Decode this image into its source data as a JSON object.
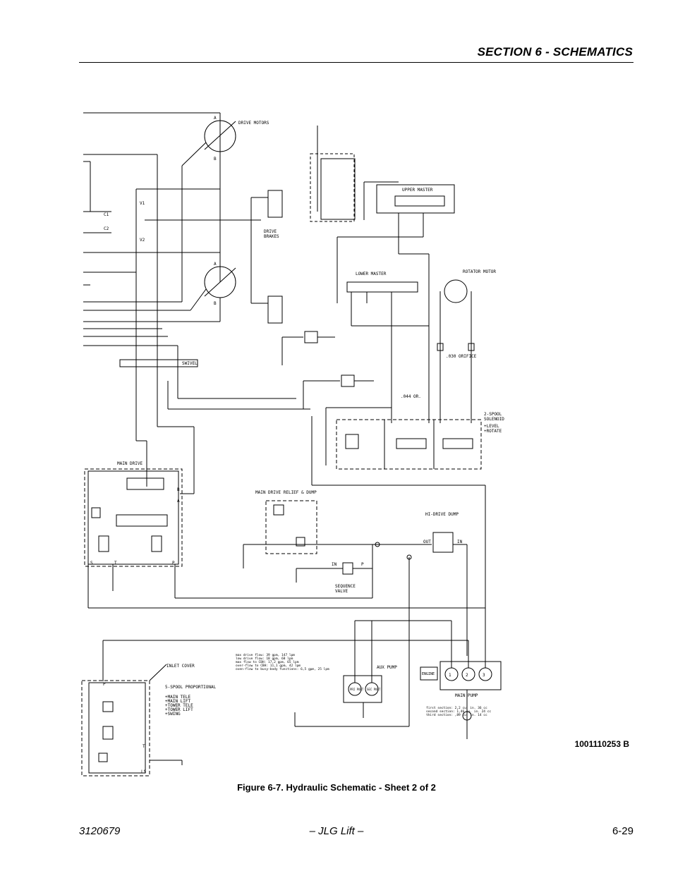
{
  "header": {
    "section_title": "SECTION 6 - SCHEMATICS"
  },
  "schematic": {
    "labels": {
      "drive_motors": "DRIVE MOTORS",
      "drive_brakes_1": "DRIVE",
      "drive_brakes_2": "BRAKES",
      "upper_master": "UPPER MASTER",
      "lower_master": "LOWER MASTER",
      "rotator_motor": "ROTATOR MOTOR",
      "swivel": "SWIVEL",
      "orifice_030": ".030 ORIFICE",
      "orifice_044": ".044 OR.",
      "two_spool_1": "2-SPOOL",
      "two_spool_2": "SOLENOID",
      "two_spool_3": "+LEVEL",
      "two_spool_4": "+ROTATE",
      "main_drive": "MAIN DRIVE",
      "relief_dump": "MAIN DRIVE RELIEF & DUMP",
      "hi_drive_dump": "HI-DRIVE DUMP",
      "sequence_1": "SEQUENCE",
      "sequence_2": "VALVE",
      "inlet_cover": "INLET COVER",
      "five_spool": "5-SPOOL PROPORTIONAL",
      "sp1": "+MAIN TELE",
      "sp2": "+MAIN LIFT",
      "sp3": "+TOWER TELE",
      "sp4": "+TOWER LIFT",
      "sp5": "+SWING",
      "aux_pump": "AUX PUMP",
      "main_pump": "MAIN PUMP",
      "engine": "ENGINE",
      "aux_port_1": "PRI PORT",
      "aux_port_2": "SEC PORT",
      "port_out": "OUT",
      "port_in": "IN",
      "port_a": "A",
      "port_b": "B",
      "port_p": "P",
      "port_t": "T",
      "port_s": "S",
      "port_ls": "LS",
      "port_v1": "V1",
      "port_v2": "V2",
      "port_c1": "C1",
      "port_c2": "C2",
      "pump_n1": "1",
      "pump_n2": "2",
      "pump_n3": "3",
      "flow1": "max drive flow: 39 gpm, 147 lpm",
      "flow2": "low drive flow: 18 gpm, 68 lpm",
      "flow3": "max flow to CBH: 17,2 gpm, 65 lpm",
      "flow4": "over-flow to CBH: 11,1 gpm, 42 lpm",
      "flow5": "oven-flow to busy-body functions: 6,5 gpm, 25 lpm",
      "pump1": "first section: 2,2 cu. in. 36 cc",
      "pump2": "second section: 1,46 cu. in. 24 cc",
      "pump3": "third section: ,89 cu. in. 14 cc"
    }
  },
  "drawing_number": "1001110253 B",
  "caption": "Figure 6-7.  Hydraulic Schematic - Sheet 2 of 2",
  "footer": {
    "doc_number": "3120679",
    "company": "– JLG Lift –",
    "page": "6-29"
  }
}
